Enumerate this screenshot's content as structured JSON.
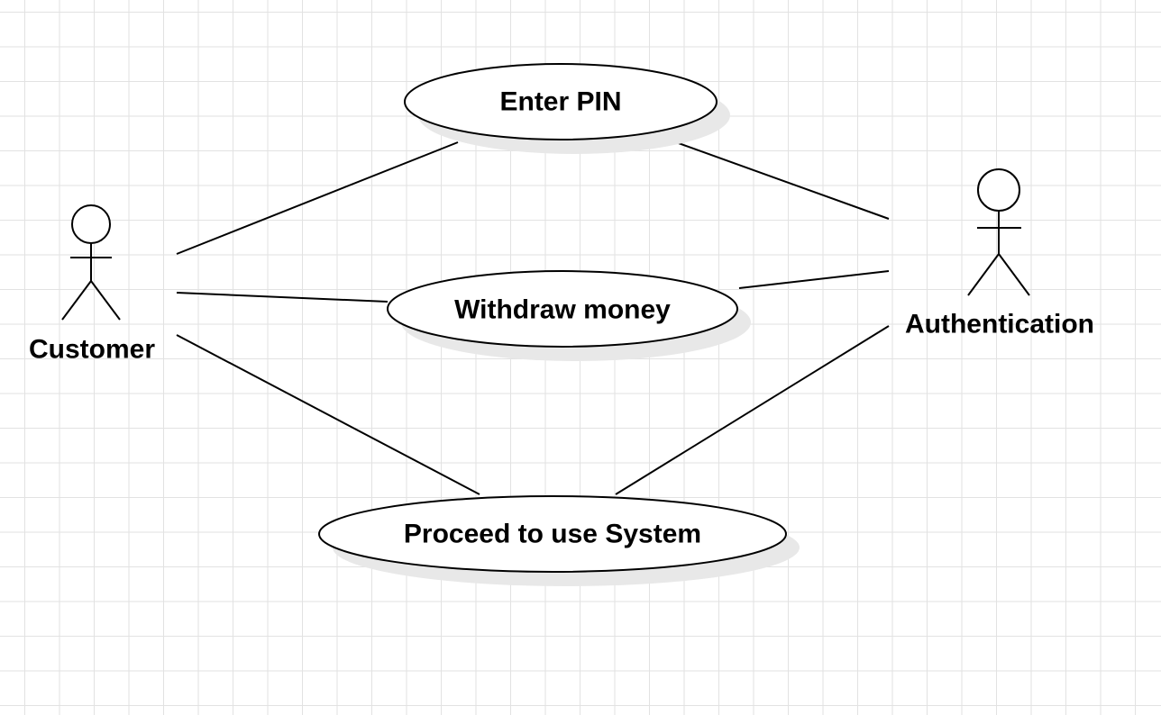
{
  "actors": [
    {
      "id": "customer",
      "label": "Customer"
    },
    {
      "id": "authentication",
      "label": "Authentication"
    }
  ],
  "use_cases": [
    {
      "id": "enter-pin",
      "label": "Enter PIN"
    },
    {
      "id": "withdraw-money",
      "label": "Withdraw money"
    },
    {
      "id": "proceed",
      "label": "Proceed to use System"
    }
  ],
  "associations": [
    {
      "from": "customer",
      "to": "enter-pin"
    },
    {
      "from": "customer",
      "to": "withdraw-money"
    },
    {
      "from": "customer",
      "to": "proceed"
    },
    {
      "from": "authentication",
      "to": "enter-pin"
    },
    {
      "from": "authentication",
      "to": "withdraw-money"
    },
    {
      "from": "authentication",
      "to": "proceed"
    }
  ],
  "colors": {
    "stroke": "#000000",
    "fill": "#ffffff",
    "shadow": "#e8e8e8",
    "grid": "#e2e2e2"
  }
}
